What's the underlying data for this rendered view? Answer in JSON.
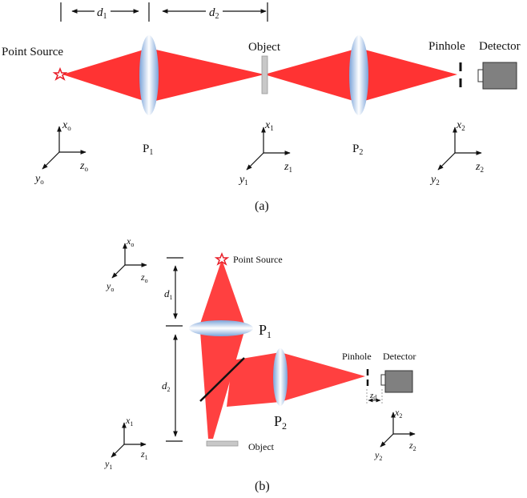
{
  "colors": {
    "beam": "#ff3333",
    "beam_light": "#ff4040",
    "lens_edge": "#7aa3d9",
    "lens_center": "#ffffff",
    "object": "#c8c8c8",
    "detector": "#808080",
    "ink": "#111111",
    "star": "#e8202a"
  },
  "panel_a": {
    "caption": "(a)",
    "point_source_label": "Point Source",
    "object_label": "Object",
    "pinhole_label": "Pinhole",
    "detector_label": "Detector",
    "distance_labels": [
      {
        "base": "d",
        "sub": "1"
      },
      {
        "base": "d",
        "sub": "2"
      }
    ],
    "lenses": [
      {
        "base": "P",
        "sub": "1"
      },
      {
        "base": "P",
        "sub": "2"
      }
    ],
    "axes": [
      {
        "x": {
          "base": "x",
          "sub": "o"
        },
        "y": {
          "base": "y",
          "sub": "o"
        },
        "z": {
          "base": "z",
          "sub": "o"
        }
      },
      {
        "x": {
          "base": "x",
          "sub": "1"
        },
        "y": {
          "base": "y",
          "sub": "1"
        },
        "z": {
          "base": "z",
          "sub": "1"
        }
      },
      {
        "x": {
          "base": "x",
          "sub": "2"
        },
        "y": {
          "base": "y",
          "sub": "2"
        },
        "z": {
          "base": "z",
          "sub": "2"
        }
      }
    ]
  },
  "panel_b": {
    "caption": "(b)",
    "point_source_label": "Point Source",
    "object_label": "Object",
    "pinhole_label": "Pinhole",
    "detector_label": "Detector",
    "distance_labels": [
      {
        "base": "d",
        "sub": "1"
      },
      {
        "base": "d",
        "sub": "2"
      },
      {
        "base": "z",
        "sub": "d"
      }
    ],
    "lenses": [
      {
        "base": "P",
        "sub": "1"
      },
      {
        "base": "P",
        "sub": "2"
      }
    ],
    "axes": [
      {
        "x": {
          "base": "x",
          "sub": "o"
        },
        "y": {
          "base": "y",
          "sub": "o"
        },
        "z": {
          "base": "z",
          "sub": "o"
        }
      },
      {
        "x": {
          "base": "x",
          "sub": "1"
        },
        "y": {
          "base": "y",
          "sub": "1"
        },
        "z": {
          "base": "z",
          "sub": "1"
        }
      },
      {
        "x": {
          "base": "x",
          "sub": "2"
        },
        "y": {
          "base": "y",
          "sub": "2"
        },
        "z": {
          "base": "z",
          "sub": "2"
        }
      }
    ]
  }
}
